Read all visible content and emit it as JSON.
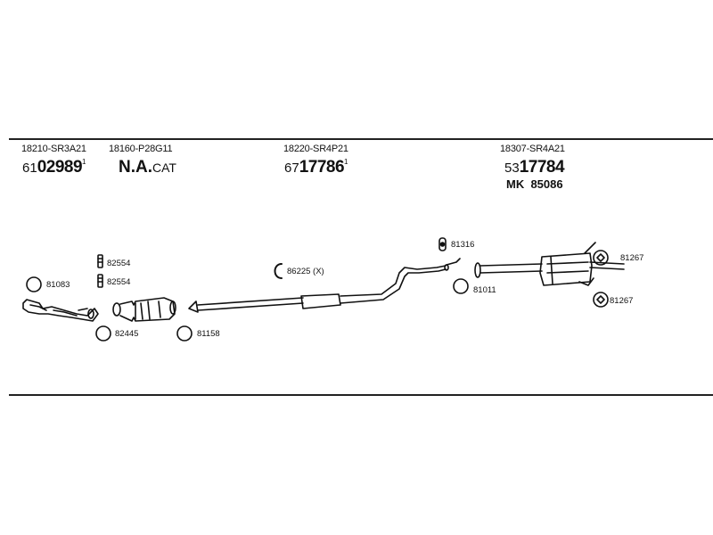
{
  "groups": [
    {
      "part": "18210-SR3A21",
      "prefix": "61",
      "main": "02989",
      "suffix": "1"
    },
    {
      "part": "18160-P28G11",
      "na_bold": "N.A.",
      "na_rest": "CAT"
    },
    {
      "part": "18220-SR4P21",
      "prefix": "67",
      "main": "17786",
      "suffix": "1"
    },
    {
      "part": "18307-SR4A21",
      "prefix": "53",
      "main": "17784",
      "mk_prefix": "MK",
      "mk_number": "85086"
    }
  ],
  "labels": {
    "l81083": "81083",
    "l82554a": "82554",
    "l82554b": "82554",
    "l82445": "82445",
    "l81158": "81158",
    "l86225": "86225 (X)",
    "l81316": "81316",
    "l81011": "81011",
    "l81267a": "81267",
    "l81267b": "81267"
  },
  "icons": [
    "ring-gasket-icon",
    "rubber-hanger-icon",
    "clamp-icon",
    "bracket-icon"
  ]
}
